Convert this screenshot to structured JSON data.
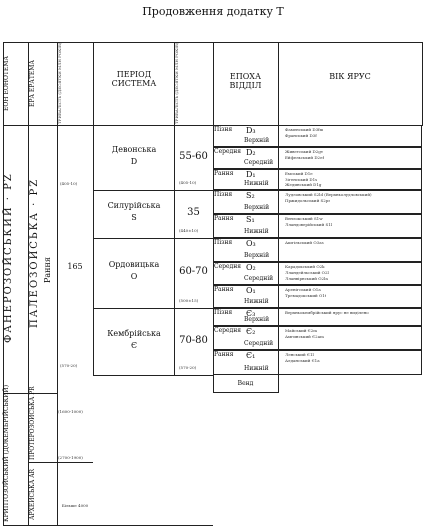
{
  "title": "Продовження додатку Т",
  "headers": {
    "eon": "ЕОН ЕОНОТЕМА",
    "era": "ЕРА ЕРАТЕМА",
    "dur1": "ТРИВАЛІСТЬ (ДЕСЯТКИ МЛН РОКІВ)",
    "period": "ПЕРІОД СИСТЕМА",
    "dur2": "ТРИВАЛІСТЬ (ДЕСЯТКИ МЛН РОКІВ)",
    "epoch": "ЕПОХА ВІДДІЛ",
    "age": "ВІК ЯРУС"
  },
  "phanerozoic": "ФАНЕРОЗОЙСЬКИЙ · PZ",
  "paleozoic": "ПАЛЕОЗОЙСЬКА · PZ",
  "paleozoic_latin": "Рання",
  "paleozoic_duration": "165",
  "era_range_top": "(405-10)",
  "era_range_bottom": "(570-20)",
  "cryptozoic": "КРИПТОЗОЙСЬКИЙ (ДОКЕМБРІЙСЬКИЙ)",
  "proterozoic": "ПРОТЕРОЗОЙСЬКА PR",
  "archean": "АРХЕЙСЬКА AR",
  "pr_range_a": "(1600-1000)",
  "pr_range_b": "(2700-1900)",
  "ar_range": "Більше 4000",
  "periods": [
    {
      "name": "Девонська",
      "symbol": "D",
      "duration": "55-60",
      "range": "(405-10)"
    },
    {
      "name": "Силурійська",
      "symbol": "S",
      "duration": "35",
      "range": "(440±10)"
    },
    {
      "name": "Ордовицька",
      "symbol": "O",
      "duration": "60-70",
      "range": "(500±15)"
    },
    {
      "name": "Кембрійська",
      "symbol": "Є",
      "duration": "70-80",
      "range": "(570-20)"
    }
  ],
  "epochs": [
    {
      "word": "Пізня",
      "sym": "D₃",
      "name": "Верхній"
    },
    {
      "word": "Середня",
      "sym": "D₂",
      "name": "Середній"
    },
    {
      "word": "Рання",
      "sym": "D₁",
      "name": "Нижній"
    },
    {
      "word": "Пізня",
      "sym": "S₂",
      "name": "Верхній"
    },
    {
      "word": "Рання",
      "sym": "S₁",
      "name": "Нижній"
    },
    {
      "word": "Пізня",
      "sym": "O₃",
      "name": "Верхній"
    },
    {
      "word": "Середня",
      "sym": "O₂",
      "name": "Середній"
    },
    {
      "word": "Рання",
      "sym": "O₁",
      "name": "Нижній"
    },
    {
      "word": "Пізня",
      "sym": "Є₃",
      "name": "Верхній"
    },
    {
      "word": "Середня",
      "sym": "Є₂",
      "name": "Середній"
    },
    {
      "word": "Рання",
      "sym": "Є₁",
      "name": "Нижній"
    }
  ],
  "ages": [
    [
      "Фаменський D3fm",
      "Франський D3f"
    ],
    [
      "Живетський D2gv",
      "Ейфельський D2ef"
    ],
    [
      "Емський D1e",
      "Зігенський D1s",
      "Жединський D1g"
    ],
    [
      "Лудловський S2ld (Верхньолудловський)",
      "Пржидольський S2pr"
    ],
    [
      "Венлокський S1w",
      "Лландоверійський S1l"
    ],
    [
      "Ашгільський O3as"
    ],
    [
      "Карадокський O2k",
      "Лландейльський O2l",
      "Лланвірнський O2ln"
    ],
    [
      "Аренігський O1a",
      "Тремадокський O1t"
    ],
    [
      "Верхньокембрійський ярус не виділено"
    ],
    [
      "Майський Є2m",
      "Амгинський Є2am"
    ],
    [
      "Ленський Є1l",
      "Алданський Є1a"
    ]
  ],
  "vendian": "Венд"
}
